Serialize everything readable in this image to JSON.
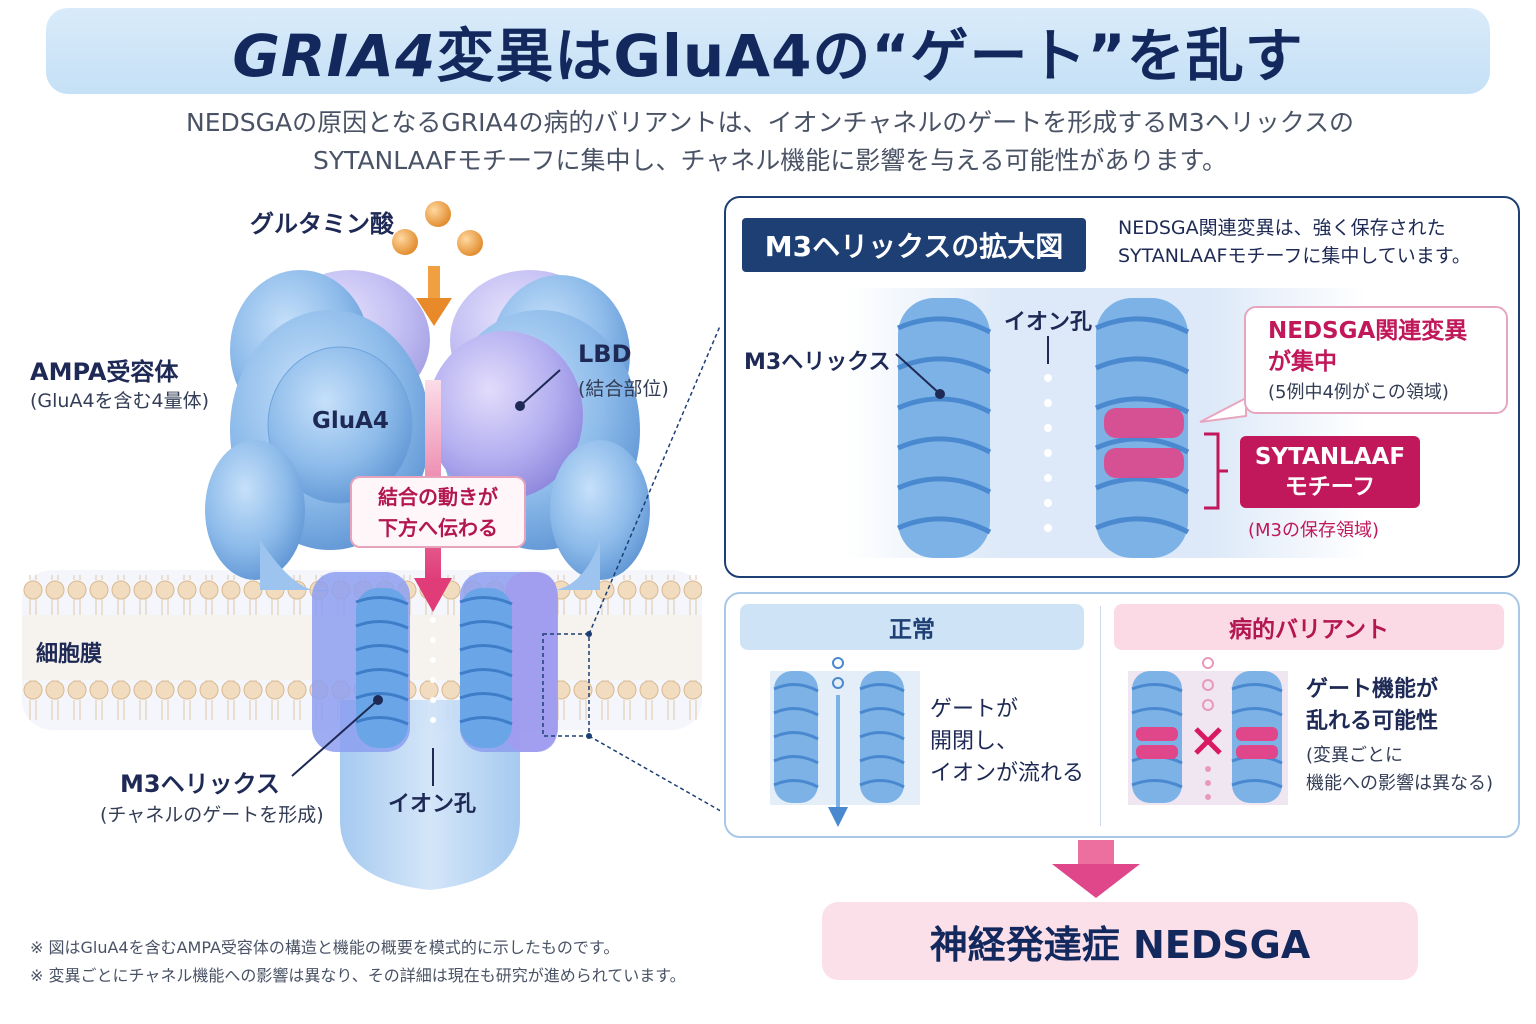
{
  "title": {
    "em": "GRIA4",
    "rest": "変異はGluA4の“ゲート”を乱す"
  },
  "subtitle": {
    "line1": "NEDSGAの原因となるGRIA4の病的バリアントは、イオンチャネルのゲートを形成するM3ヘリックスの",
    "line2": "SYTANLAAFモチーフに集中し、チャネル機能に影響を与える可能性があります。"
  },
  "left": {
    "glutamate": "グルタミン酸",
    "ampa_title": "AMPA受容体",
    "ampa_sub": "(GluA4を含む4量体)",
    "glua4": "GluA4",
    "lbd_title": "LBD",
    "lbd_sub": "(結合部位)",
    "flow_line1": "結合の動きが",
    "flow_line2": "下方へ伝わる",
    "membrane": "細胞膜",
    "m3_title": "M3ヘリックス",
    "m3_sub": "(チャネルのゲートを形成)",
    "pore": "イオン孔"
  },
  "zoom": {
    "header": "M3ヘリックスの拡大図",
    "note_line1": "NEDSGA関連変異は、強く保存された",
    "note_line2": "SYTANLAAFモチーフに集中しています。",
    "pore": "イオン孔",
    "m3": "M3ヘリックス",
    "callout_line1": "NEDSGA関連変異",
    "callout_line2": "が集中",
    "callout_sub": "(5例中4例がこの領域)",
    "motif_line1": "SYTANLAAF",
    "motif_line2": "モチーフ",
    "motif_note": "(M3の保存領域)"
  },
  "compare": {
    "normal_title": "正常",
    "normal_line1": "ゲートが",
    "normal_line2": "開閉し、",
    "normal_line3": "イオンが流れる",
    "path_title": "病的バリアント",
    "path_line1": "ゲート機能が",
    "path_line2": "乱れる可能性",
    "path_line3": "(変異ごとに",
    "path_line4": "機能への影響は異なる)"
  },
  "result": "神経発達症 NEDSGA",
  "footnotes": [
    "※ 図はGluA4を含むAMPA受容体の構造と機能の概要を模式的に示したものです。",
    "※ 変異ごとにチャネル機能への影響は異なり、その詳細は現在も研究が進められています。"
  ],
  "colors": {
    "navy": "#13295e",
    "magenta": "#c0185a",
    "helix_blue": "#7db2e6",
    "purple": "#a9a8ee",
    "glutamate_orange": "#f0a040"
  }
}
